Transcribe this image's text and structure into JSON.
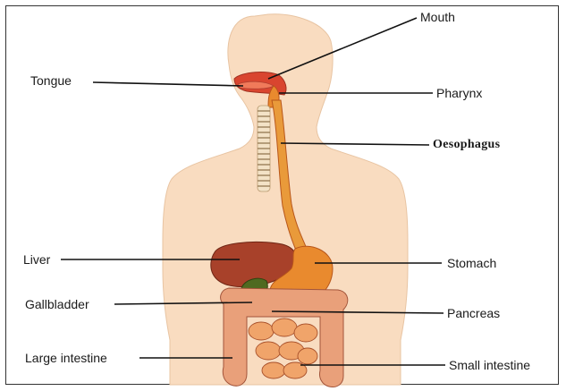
{
  "diagram": {
    "labels": {
      "mouth": "Mouth",
      "tongue": "Tongue",
      "pharynx": "Pharynx",
      "oesophagus": "Oesophagus",
      "liver": "Liver",
      "stomach": "Stomach",
      "gallbladder": "Gallbladder",
      "pancreas": "Pancreas",
      "large_intestine": "Large intestine",
      "small_intestine": "Small intestine"
    },
    "colors": {
      "skin": "#f9dcc0",
      "skin_outline": "#e8c4a2",
      "tract": "#e98a2e",
      "tract_outline": "#b8561a",
      "liver": "#a8412a",
      "gallbladder": "#4f6a20",
      "pancreas": "#f2c84b",
      "intestine": "#e9a07a",
      "leader_line": "#111111"
    }
  }
}
